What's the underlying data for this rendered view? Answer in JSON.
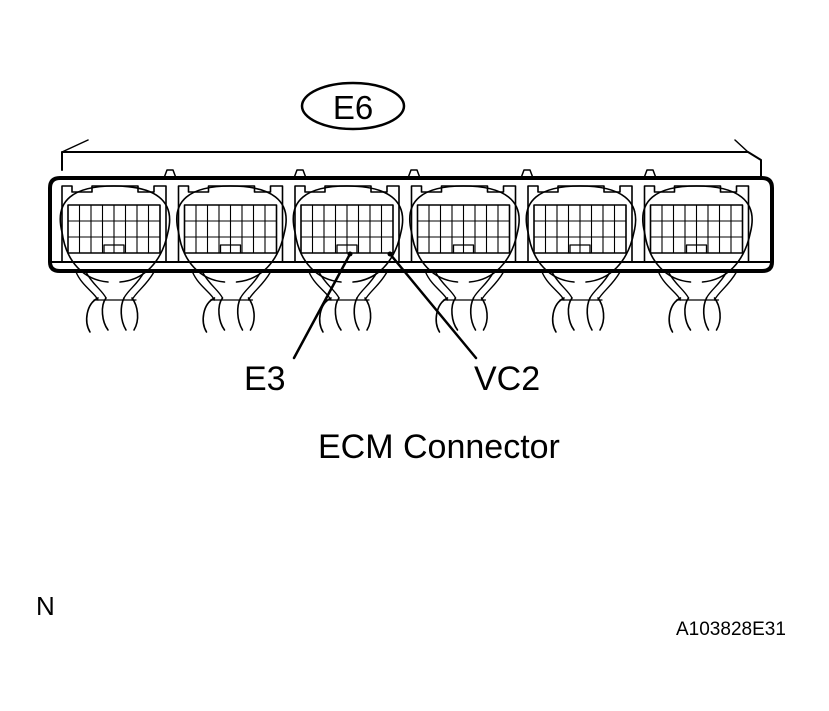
{
  "connector_id": "E6",
  "pin_labels": {
    "left": "E3",
    "right": "VC2"
  },
  "caption": "ECM Connector",
  "view_letter": "N",
  "figure_code": "A103828E31",
  "module_count": 6,
  "colors": {
    "line": "#000000",
    "background": "#ffffff"
  }
}
